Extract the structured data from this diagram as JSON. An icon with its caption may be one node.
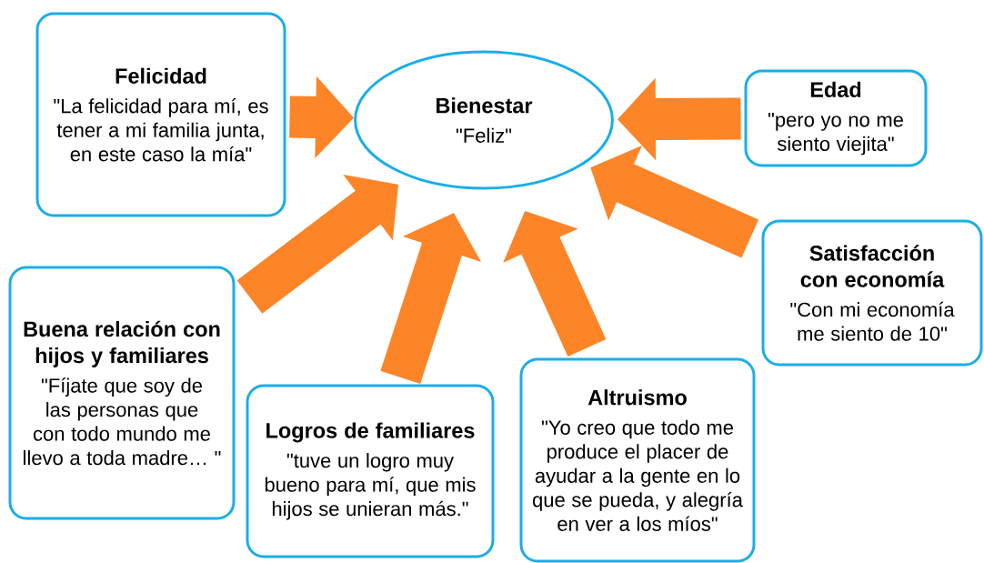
{
  "diagram": {
    "nodes": [
      {
        "text": [
          "Felicidad",
          "\"La felicidad para mí, es tener a mi familia junta, en este caso la mía\""
        ]
      },
      {
        "text": [
          "Bienestar",
          "\"Feliz\""
        ]
      },
      {
        "text": [
          "Edad",
          "\"pero yo no me siento viejita\""
        ]
      },
      {
        "text": [
          "Satisfacción con economía",
          "\"Con mi economía me siento de 10\""
        ]
      },
      {
        "text": [
          "Buena relación con hijos y familiares",
          "\"Fíjate que soy de las personas que con todo mundo me llevo a toda madre… \""
        ]
      },
      {
        "text": [
          "Altruismo",
          "\"Yo creo que todo me produce el placer de ayudar a la gente en lo que se pueda, y alegría en ver a los míos\""
        ]
      },
      {
        "text": [
          "Logros de familiares",
          "\"tuve un logro muy bueno para mí, que mis hijos se unieran más.\""
        ]
      }
    ],
    "edges": [
      {
        "from": 0,
        "to": 1,
        "arrow": "to"
      },
      {
        "from": 2,
        "to": 1,
        "arrow": "to"
      },
      {
        "from": 3,
        "to": 1,
        "arrow": "to"
      },
      {
        "from": 4,
        "to": 1,
        "arrow": "to"
      },
      {
        "from": 5,
        "to": 1,
        "arrow": "to"
      },
      {
        "from": 6,
        "to": 1,
        "arrow": "to"
      }
    ]
  }
}
